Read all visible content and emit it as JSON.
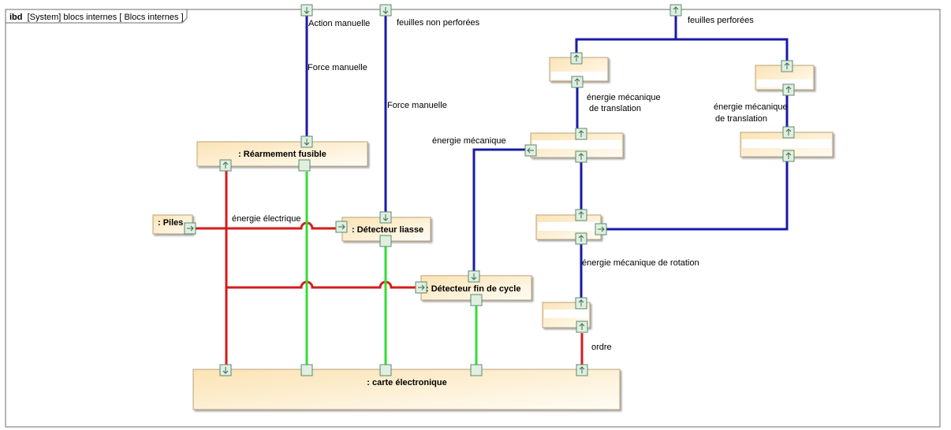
{
  "frame": {
    "keyword": "ibd",
    "title": "[System] blocs internes [ Blocs internes ]"
  },
  "blocks": {
    "rearmement": ": Réarmement fusible",
    "piles": ": Piles",
    "detecteur_liasse": ": Détecteur liasse",
    "detecteur_fin": ": Détecteur fin de cycle",
    "carte": ": carte électronique"
  },
  "flows": {
    "action_manuelle": "Action manuelle",
    "force_manuelle_1": "Force manuelle",
    "feuilles_non_perforees": "feuilles non perforées",
    "force_manuelle_2": "Force manuelle",
    "feuilles_perforees": "feuilles perforées",
    "energie_mecanique": "énergie mécanique",
    "energie_meca_trans_1a": "énergie mécanique",
    "energie_meca_trans_1b": "de translation",
    "energie_meca_trans_2a": "énergie mécanique",
    "energie_meca_trans_2b": "de translation",
    "energie_electrique": "énergie électrique",
    "energie_meca_rotation": "énergie mécanique de rotation",
    "ordre": "ordre"
  },
  "colors": {
    "mechanical_flow": "#1a1aa8",
    "electrical_flow": "#d41c1c",
    "signal_flow": "#33dd33",
    "block_fill_top": "#fce9c4",
    "block_fill_bottom": "#fffdf6",
    "port_fill": "#e0efdf",
    "port_stroke": "#5a8a70"
  }
}
